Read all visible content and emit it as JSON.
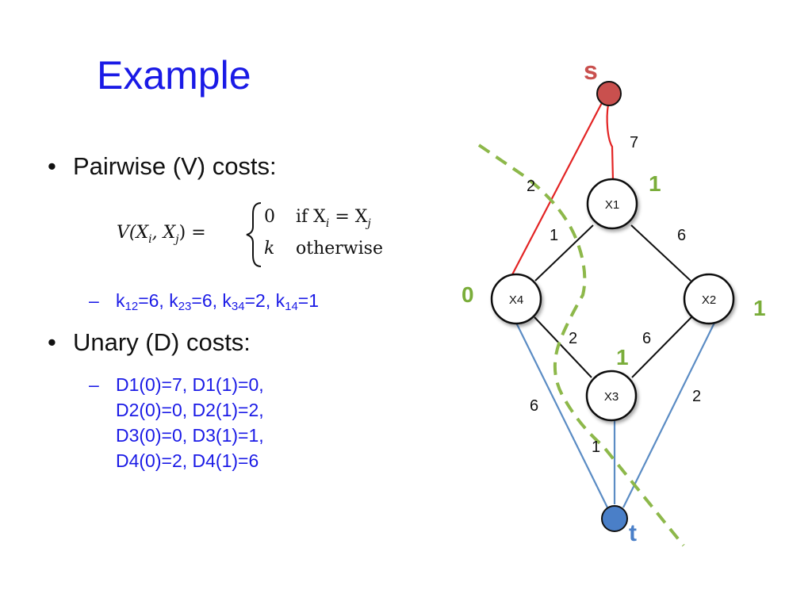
{
  "slide": {
    "title": "Example",
    "bullets": [
      {
        "text": "Pairwise (V) costs:"
      },
      {
        "text": "Unary (D) costs:"
      }
    ],
    "formula": {
      "lhs": "V(X",
      "lhs_i": "i",
      "lhs_mid": ", X",
      "lhs_j": "j",
      "lhs_end": ") =",
      "case1_value": "0",
      "case1_cond": "if X",
      "case1_i": "i",
      "case1_eq": " = X",
      "case1_j": "j",
      "case2_value": "k",
      "case2_cond": "otherwise"
    },
    "pairwise_sub": {
      "k12_label": "k",
      "k12_sub": "12",
      "k12_val": "=6, ",
      "k23_label": "k",
      "k23_sub": "23",
      "k23_val": "=6, ",
      "k34_label": "k",
      "k34_sub": "34",
      "k34_val": "=2, ",
      "k14_label": "k",
      "k14_sub": "14",
      "k14_val": "=1"
    },
    "unary_sub": {
      "lines": [
        "D1(0)=7, D1(1)=0,",
        "D2(0)=0, D2(1)=2,",
        "D3(0)=0, D3(1)=1,",
        "D4(0)=2, D4(1)=6"
      ]
    }
  },
  "graph": {
    "source_label": "s",
    "sink_label": "t",
    "nodes": {
      "x1": "X1",
      "x2": "X2",
      "x3": "X3",
      "x4": "X4"
    },
    "edge_weights": {
      "s_x1": "7",
      "s_x4": "2",
      "x1_x4": "1",
      "x1_x2": "6",
      "x4_x3": "2",
      "x2_x3": "6",
      "x4_t": "6",
      "x3_t": "1",
      "x2_t": "2"
    },
    "assignments": {
      "x1": "1",
      "x2": "1",
      "x3": "1",
      "x4": "0"
    },
    "colors": {
      "source": "#c9504e",
      "sink": "#4a7fc8",
      "source_edge": "#e32424",
      "sink_edge": "#5b8cc4",
      "cut": "#8db84a",
      "label_green": "#7aad3a",
      "title_blue": "#1a1ae6"
    }
  }
}
